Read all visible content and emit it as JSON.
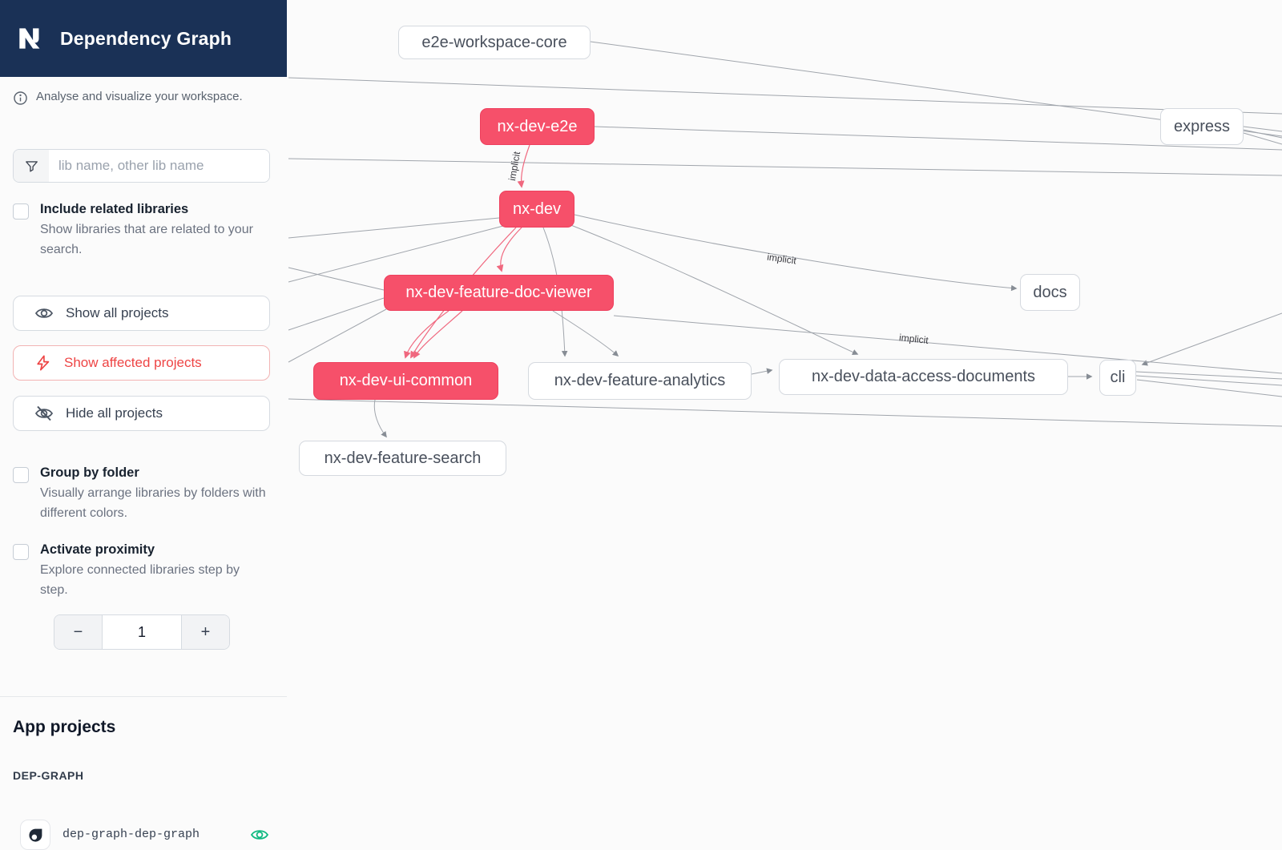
{
  "app": {
    "title": "Dependency Graph",
    "subtitle": "Analyse and visualize your workspace."
  },
  "sidebar": {
    "filter_placeholder": "lib name, other lib name",
    "include_related": {
      "label": "Include related libraries",
      "description": "Show libraries that are related to your search.",
      "checked": false
    },
    "actions": {
      "show_all": "Show all projects",
      "show_affected": "Show affected projects",
      "hide_all": "Hide all projects"
    },
    "group_by_folder": {
      "label": "Group by folder",
      "description": "Visually arrange libraries by folders with different colors.",
      "checked": false
    },
    "activate_proximity": {
      "label": "Activate proximity",
      "description": "Explore connected libraries step by step.",
      "checked": false
    },
    "proximity_stepper": {
      "decrement": "−",
      "value": "1",
      "increment": "+"
    },
    "app_projects": {
      "heading": "App projects",
      "group_label": "DEP-GRAPH",
      "projects": [
        {
          "name": "dep-graph-dep-graph",
          "visible": true
        }
      ]
    }
  },
  "graph": {
    "edge_label": "implicit",
    "nodes": [
      {
        "label": "e2e-workspace-core",
        "affected": false
      },
      {
        "label": "nx-dev-e2e",
        "affected": true
      },
      {
        "label": "express",
        "affected": false
      },
      {
        "label": "nx-dev",
        "affected": true
      },
      {
        "label": "nx-dev-feature-doc-viewer",
        "affected": true
      },
      {
        "label": "docs",
        "affected": false
      },
      {
        "label": "nx-dev-ui-common",
        "affected": true
      },
      {
        "label": "nx-dev-feature-analytics",
        "affected": false
      },
      {
        "label": "nx-dev-data-access-documents",
        "affected": false
      },
      {
        "label": "cli",
        "affected": false
      },
      {
        "label": "nx-dev-feature-search",
        "affected": false
      }
    ]
  },
  "colors": {
    "header_bg": "#1a3156",
    "affected_node": "#f6506a",
    "affected_edge": "#f0687f",
    "action_red": "#ee4444",
    "visible_eye_green": "#10b981"
  }
}
